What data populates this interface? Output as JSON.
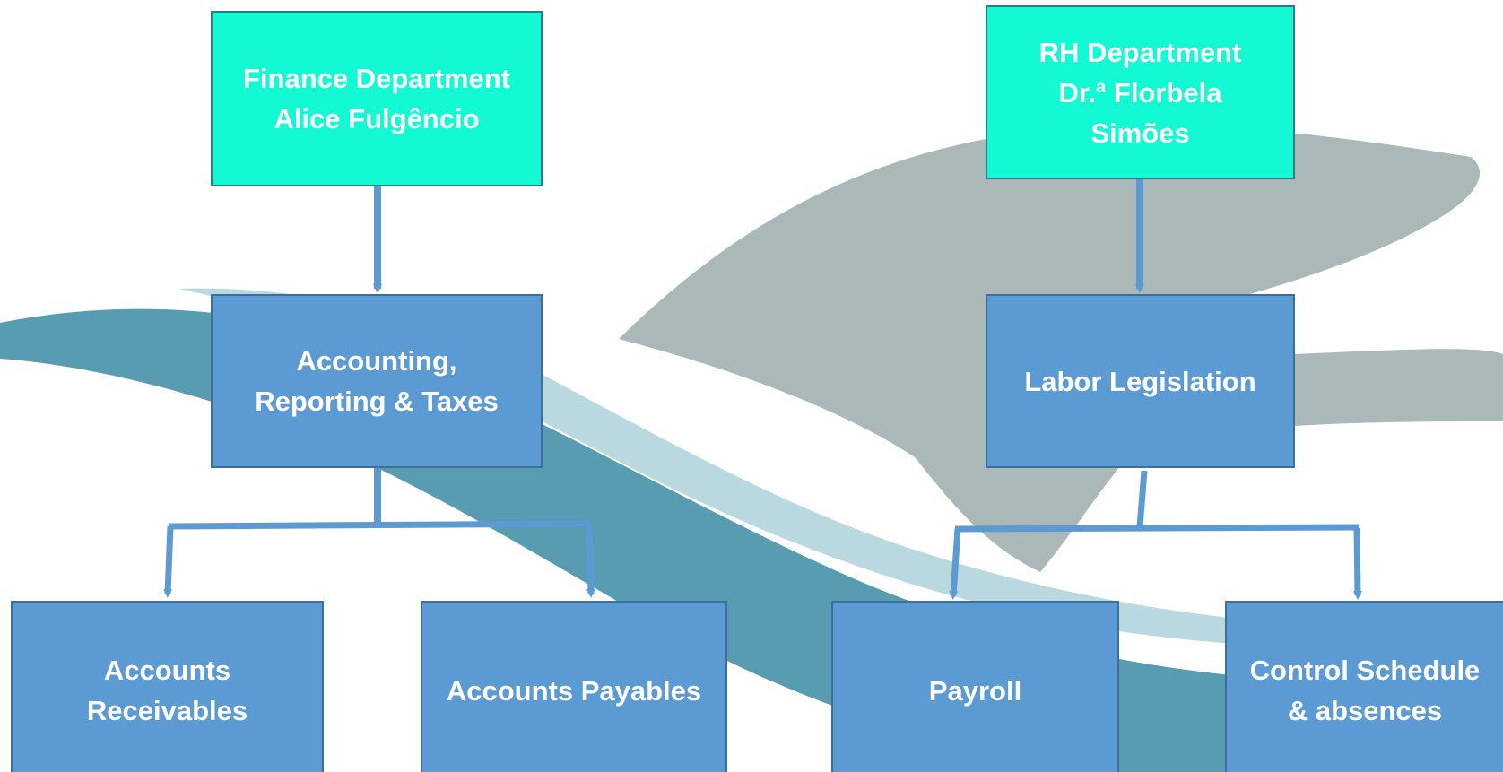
{
  "colors": {
    "head_fill": "#12f9d3",
    "unit_fill": "#5b9ad3",
    "connector": "#5b9ad3",
    "watermark_teal": "#4f97ad",
    "watermark_grey": "#a5b4b4"
  },
  "nodes": {
    "finance": "Finance Department\nAlice Fulgêncio",
    "rh": "RH Department\nDr.ª Florbela\nSimões",
    "accounting": "Accounting,\nReporting & Taxes",
    "labor": "Labor Legislation",
    "receivables": "Accounts\nReceivables",
    "payables": "Accounts Payables",
    "payroll": "Payroll",
    "control": "Control Schedule\n& absences"
  }
}
